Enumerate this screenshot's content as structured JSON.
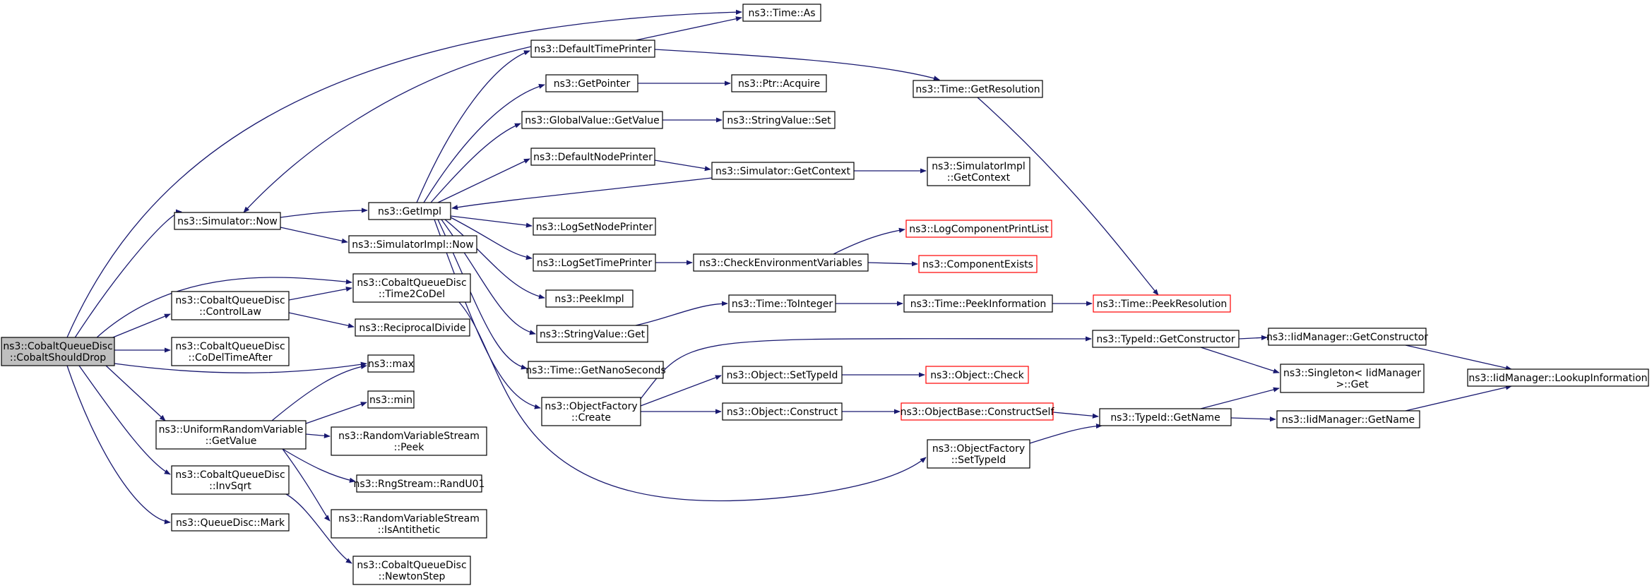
{
  "colors": {
    "edge": "#191970",
    "node_border": "#000000",
    "node_border_incomplete": "#ff0000",
    "root_fill": "#bfbfbf",
    "node_fill": "#ffffff"
  },
  "nodes": [
    {
      "id": "root",
      "lines": [
        "ns3::CobaltQueueDisc",
        "::CobaltShouldDrop"
      ],
      "root": true
    },
    {
      "id": "now",
      "lines": [
        "ns3::Simulator::Now"
      ]
    },
    {
      "id": "time2codel",
      "lines": [
        "ns3::CobaltQueueDisc",
        "::Time2CoDel"
      ]
    },
    {
      "id": "controllaw",
      "lines": [
        "ns3::CobaltQueueDisc",
        "::ControlLaw"
      ]
    },
    {
      "id": "codeltimeafter",
      "lines": [
        "ns3::CobaltQueueDisc",
        "::CoDelTimeAfter"
      ]
    },
    {
      "id": "max",
      "lines": [
        "ns3::max"
      ]
    },
    {
      "id": "uniform",
      "lines": [
        "ns3::UniformRandomVariable",
        "::GetValue"
      ]
    },
    {
      "id": "invsqrt",
      "lines": [
        "ns3::CobaltQueueDisc",
        "::InvSqrt"
      ]
    },
    {
      "id": "mark",
      "lines": [
        "ns3::QueueDisc::Mark"
      ]
    },
    {
      "id": "defaulttimeprinter",
      "lines": [
        "ns3::DefaultTimePrinter"
      ]
    },
    {
      "id": "getimpl",
      "lines": [
        "ns3::GetImpl"
      ]
    },
    {
      "id": "simimplnow",
      "lines": [
        "ns3::SimulatorImpl::Now"
      ]
    },
    {
      "id": "reciprocaldivide",
      "lines": [
        "ns3::ReciprocalDivide"
      ]
    },
    {
      "id": "min",
      "lines": [
        "ns3::min"
      ]
    },
    {
      "id": "rvspeek",
      "lines": [
        "ns3::RandomVariableStream",
        "::Peek"
      ]
    },
    {
      "id": "randu01",
      "lines": [
        "ns3::RngStream::RandU01"
      ]
    },
    {
      "id": "isantithetic",
      "lines": [
        "ns3::RandomVariableStream",
        "::IsAntithetic"
      ]
    },
    {
      "id": "newtonstep",
      "lines": [
        "ns3::CobaltQueueDisc",
        "::NewtonStep"
      ]
    },
    {
      "id": "timeas",
      "lines": [
        "ns3::Time::As"
      ]
    },
    {
      "id": "getpointer",
      "lines": [
        "ns3::GetPointer"
      ]
    },
    {
      "id": "globalvalue",
      "lines": [
        "ns3::GlobalValue::GetValue"
      ]
    },
    {
      "id": "defaultnodeprinter",
      "lines": [
        "ns3::DefaultNodePrinter"
      ]
    },
    {
      "id": "logsetnodeprinter",
      "lines": [
        "ns3::LogSetNodePrinter"
      ]
    },
    {
      "id": "logsettimeprinter",
      "lines": [
        "ns3::LogSetTimePrinter"
      ]
    },
    {
      "id": "peekimpl",
      "lines": [
        "ns3::PeekImpl"
      ]
    },
    {
      "id": "stringvalueget",
      "lines": [
        "ns3::StringValue::Get"
      ]
    },
    {
      "id": "getnanoseconds",
      "lines": [
        "ns3::Time::GetNanoSeconds"
      ]
    },
    {
      "id": "objectfactorycreate",
      "lines": [
        "ns3::ObjectFactory",
        "::Create"
      ]
    },
    {
      "id": "ptracquire",
      "lines": [
        "ns3::Ptr::Acquire"
      ]
    },
    {
      "id": "stringvalueset",
      "lines": [
        "ns3::StringValue::Set"
      ]
    },
    {
      "id": "simgetcontext",
      "lines": [
        "ns3::Simulator::GetContext"
      ]
    },
    {
      "id": "checkenv",
      "lines": [
        "ns3::CheckEnvironmentVariables"
      ]
    },
    {
      "id": "toint",
      "lines": [
        "ns3::Time::ToInteger"
      ]
    },
    {
      "id": "setypeid",
      "lines": [
        "ns3::Object::SetTypeId"
      ]
    },
    {
      "id": "construct",
      "lines": [
        "ns3::Object::Construct"
      ]
    },
    {
      "id": "ofsettypeid",
      "lines": [
        "ns3::ObjectFactory",
        "::SetTypeId"
      ]
    },
    {
      "id": "getresolution",
      "lines": [
        "ns3::Time::GetResolution"
      ]
    },
    {
      "id": "simimplgetcontext",
      "lines": [
        "ns3::SimulatorImpl",
        "::GetContext"
      ]
    },
    {
      "id": "logcomplist",
      "lines": [
        "ns3::LogComponentPrintList"
      ],
      "incomplete": true
    },
    {
      "id": "compexists",
      "lines": [
        "ns3::ComponentExists"
      ],
      "incomplete": true
    },
    {
      "id": "peekinfo",
      "lines": [
        "ns3::Time::PeekInformation"
      ]
    },
    {
      "id": "typeidgetconstructor",
      "lines": [
        "ns3::TypeId::GetConstructor"
      ]
    },
    {
      "id": "objectcheck",
      "lines": [
        "ns3::Object::Check"
      ],
      "incomplete": true
    },
    {
      "id": "constructself",
      "lines": [
        "ns3::ObjectBase::ConstructSelf"
      ],
      "incomplete": true
    },
    {
      "id": "typeidgetname",
      "lines": [
        "ns3::TypeId::GetName"
      ]
    },
    {
      "id": "peekresolution",
      "lines": [
        "ns3::Time::PeekResolution"
      ],
      "incomplete": true
    },
    {
      "id": "iidgetconstructor",
      "lines": [
        "ns3::IidManager::GetConstructor"
      ]
    },
    {
      "id": "singleton",
      "lines": [
        "ns3::Singleton< IidManager",
        " >::Get"
      ]
    },
    {
      "id": "iidgetname",
      "lines": [
        "ns3::IidManager::GetName"
      ]
    },
    {
      "id": "lookupinfo",
      "lines": [
        "ns3::IidManager::LookupInformation"
      ]
    }
  ]
}
